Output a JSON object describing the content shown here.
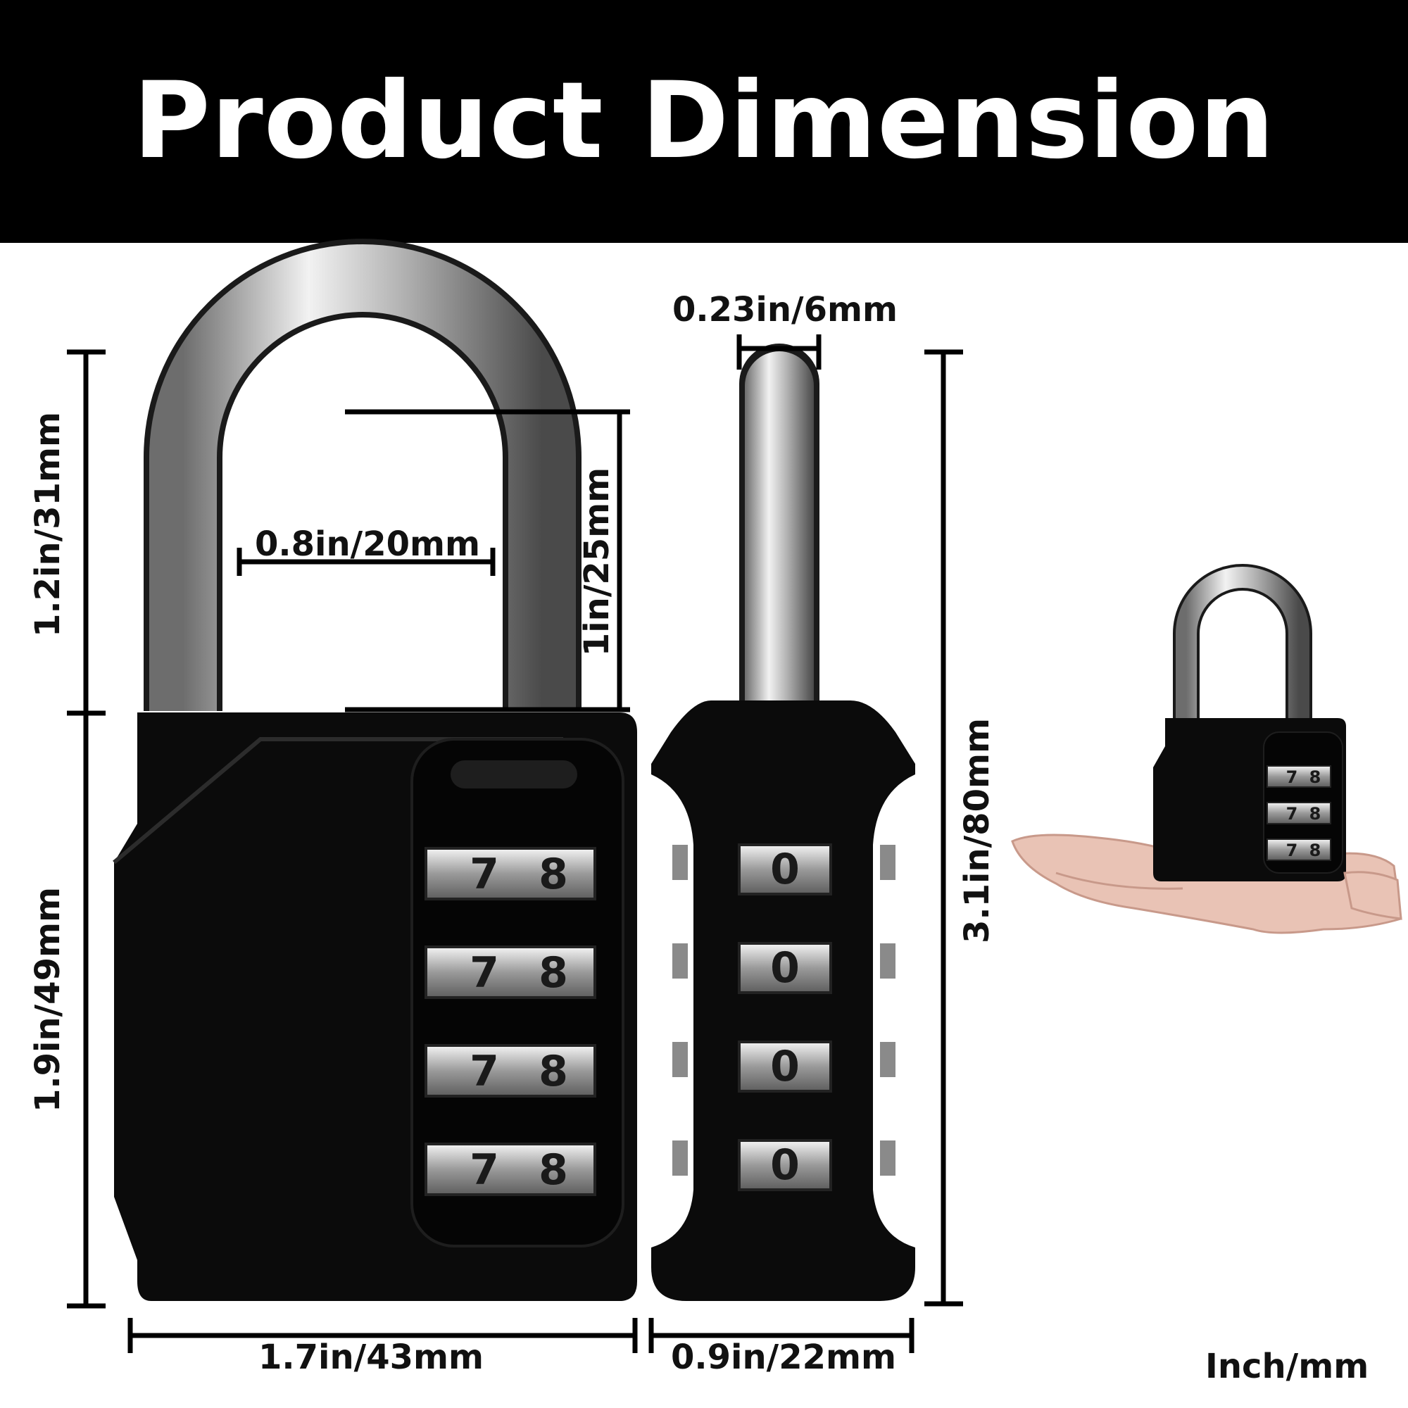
{
  "title": "Product Dimension",
  "dimensions": {
    "shackle_height": "1.2in/31mm",
    "body_height": "1.9in/49mm",
    "shackle_inner_width": "0.8in/20mm",
    "shackle_clearance": "1in/25mm",
    "shackle_diameter": "0.23in/6mm",
    "total_height": "3.1in/80mm",
    "body_width": "1.7in/43mm",
    "body_depth": "0.9in/22mm"
  },
  "units_note": "Inch/mm",
  "lock_front_digits": [
    "7",
    "8"
  ],
  "lock_side_digit": "0",
  "colors": {
    "banner": "#000000",
    "lock_body": "#0b0b0b",
    "shackle": "#b9b9b9"
  }
}
